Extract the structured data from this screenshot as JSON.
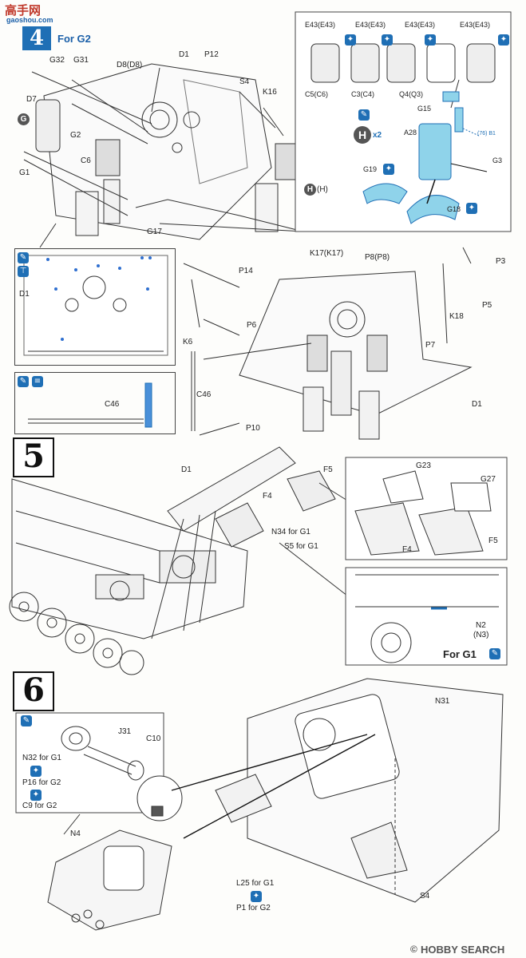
{
  "watermark_top": {
    "brand": "高手网",
    "url": "gaoshou.com"
  },
  "step4": {
    "number": "4",
    "variant": "For G2"
  },
  "step5": {
    "number": "5"
  },
  "step6": {
    "number": "6"
  },
  "step4_labels": {
    "d7": "D7",
    "g32": "G32",
    "g31": "G31",
    "d8": "D8(D8)",
    "d1_top": "D1",
    "p12": "P12",
    "g2": "G2",
    "c6": "C6",
    "g1": "G1",
    "g17": "G17",
    "s4": "S4",
    "k16": "K16",
    "h_ref": "(H)",
    "g_marker": "G"
  },
  "inset_top_right": {
    "e43_1": "E43(E43)",
    "e43_2": "E43(E43)",
    "e43_3": "E43(E43)",
    "e43_4": "E43(E43)",
    "c5": "C5(C6)",
    "c3": "C3(C4)",
    "q4": "Q4(Q3)",
    "g15": "G15",
    "a28": "A28",
    "g3": "G3",
    "g19": "G19",
    "g18": "G18",
    "hx2": "x2",
    "h_letter": "H",
    "ref76": "(76) B1"
  },
  "inset_d1": {
    "label": "D1"
  },
  "inset_c46": {
    "label": "C46"
  },
  "step4_lower_labels": {
    "p14": "P14",
    "k17": "K17(K17)",
    "p8": "P8(P8)",
    "p3": "P3",
    "p6": "P6",
    "k6": "K6",
    "p5": "P5",
    "k18": "K18",
    "p7": "P7",
    "c46": "C46",
    "d1": "D1",
    "p10": "P10"
  },
  "step5_labels": {
    "d1": "D1",
    "f5": "F5",
    "f4": "F4",
    "n34": "N34 for G1",
    "s5": "S5 for G1",
    "g23": "G23",
    "g27": "G27",
    "f4_inset": "F4",
    "f5_inset": "F5",
    "n2": "N2",
    "n3": "(N3)",
    "for_g1": "For G1"
  },
  "step6_labels": {
    "j31": "J31",
    "c10": "C10",
    "n32": "N32 for G1",
    "p16": "P16 for G2",
    "c9": "C9 for G2",
    "n31": "N31",
    "n4": "N4",
    "l25": "L25 for G1",
    "p1": "P1 for G2",
    "s4": "S4"
  },
  "watermark_bottom": {
    "brand": "HOBBY SEARCH",
    "copyright": "©"
  },
  "colors": {
    "accent_blue": "#1f6fb5",
    "part_blue": "#8fd3ea",
    "line": "#333333",
    "marker_grey": "#555555"
  }
}
